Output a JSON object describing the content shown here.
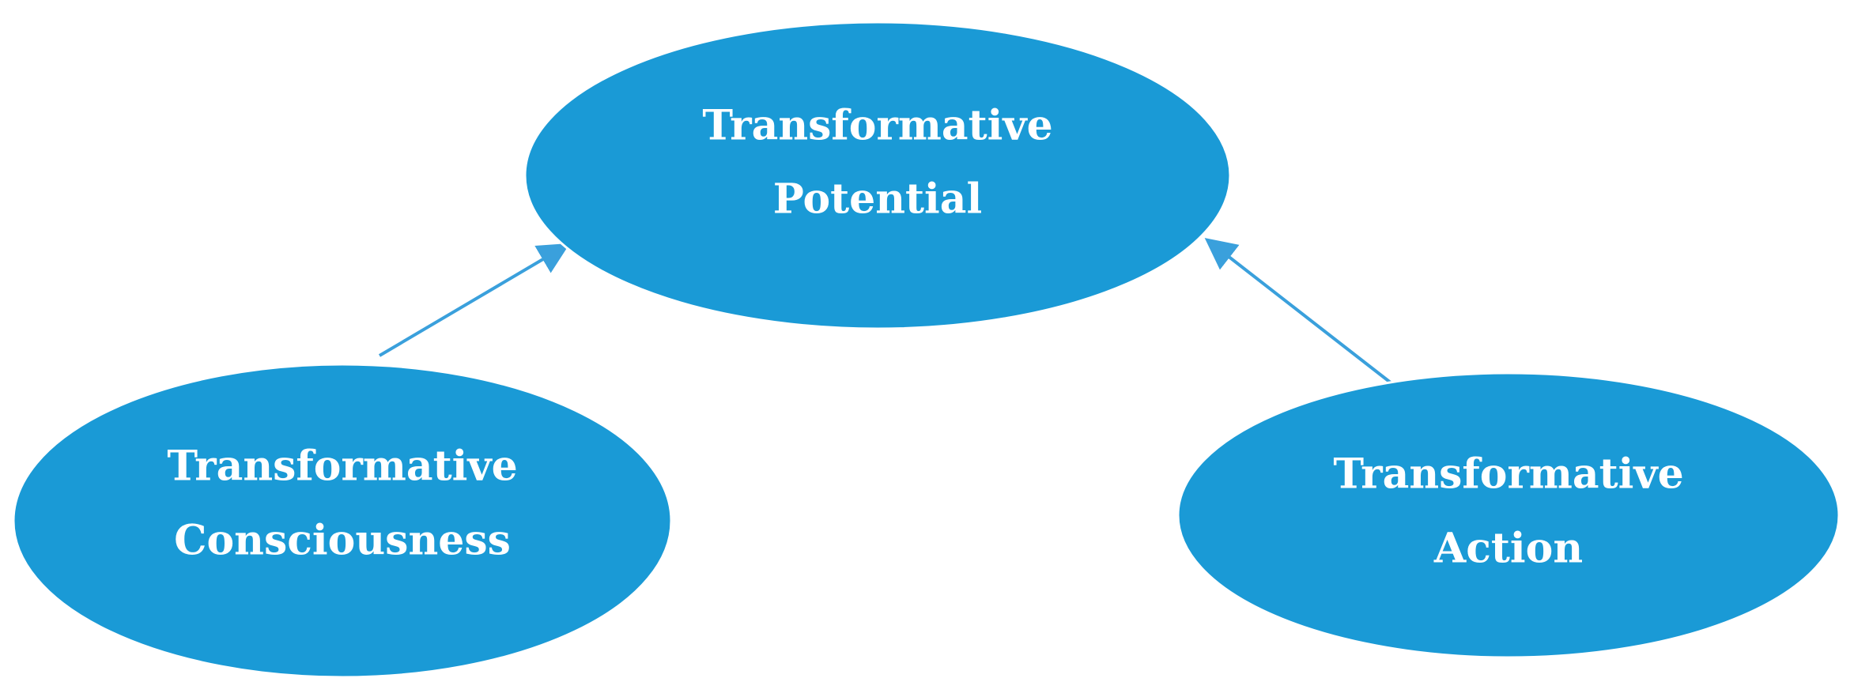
{
  "colors": {
    "node_fill": "#1a9ad6",
    "edge": "#3aa0dc",
    "text": "#ffffff",
    "background": "#ffffff"
  },
  "nodes": {
    "potential": {
      "line1": "Transformative",
      "line2": "Potential"
    },
    "consciousness": {
      "line1": "Transformative",
      "line2": "Consciousness"
    },
    "action": {
      "line1": "Transformative",
      "line2": "Action"
    }
  },
  "edges": [
    {
      "from": "consciousness",
      "to": "potential"
    },
    {
      "from": "action",
      "to": "potential"
    }
  ]
}
